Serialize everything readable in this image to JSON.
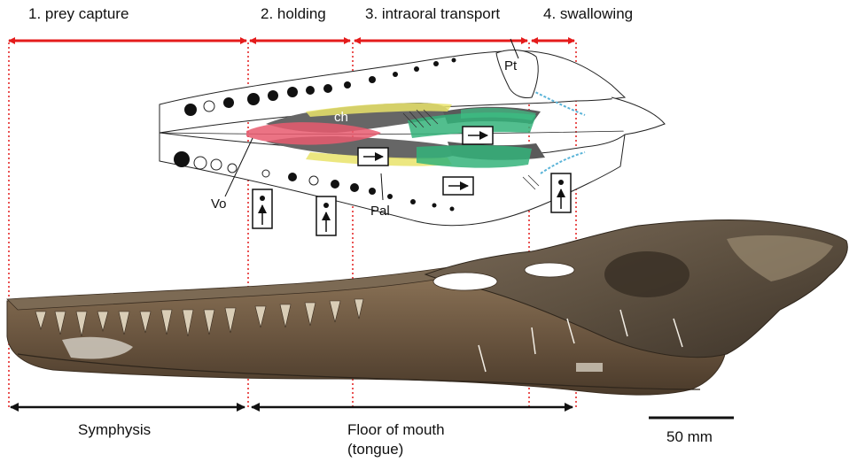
{
  "phases": [
    {
      "label": "1. prey capture"
    },
    {
      "label": "2. holding"
    },
    {
      "label": "3. intraoral transport"
    },
    {
      "label": "4. swallowing"
    }
  ],
  "anatomy_labels": {
    "pt": "Pt",
    "ch": "ch",
    "vo": "Vo",
    "pal": "Pal"
  },
  "regions": {
    "symphysis": "Symphysis",
    "floor_line1": "Floor of mouth",
    "floor_line2": "(tongue)"
  },
  "scale_bar": {
    "label": "50 mm"
  },
  "colors": {
    "arrow_red": "#e41b1b",
    "arrow_black": "#111111",
    "palatine_pink": "#e85a6e",
    "pterygoid_yellow": "#e9e36a",
    "muscle_green": "#34b37a",
    "hyoid_blue": "#5bb4d8",
    "fossil_brown": "#6b5640"
  }
}
